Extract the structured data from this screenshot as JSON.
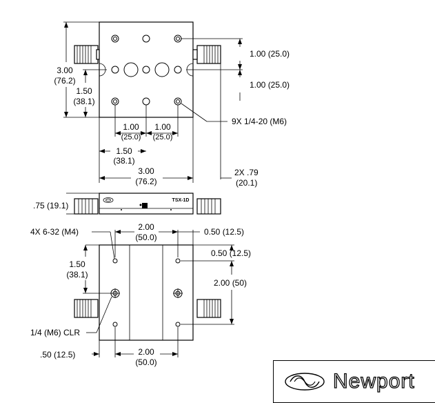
{
  "top_view": {
    "height_in": "3.00",
    "height_mm": "(76.2)",
    "half_height_in": "1.50",
    "half_height_mm": "(38.1)",
    "hole_pitch_upper": "1.00 (25.0)",
    "hole_pitch_lower": "1.00 (25.0)",
    "holes_callout": "9X 1/4-20 (M6)",
    "pitch_a_in": "1.00",
    "pitch_a_mm": "(25.0)",
    "pitch_b_in": "1.00",
    "pitch_b_mm": "(25.0)",
    "half_width_in": "1.50",
    "half_width_mm": "(38.1)",
    "width_in": "3.00",
    "width_mm": "(76.2)",
    "micrometer_in": "2X .79",
    "micrometer_mm": "(20.1)"
  },
  "side_view": {
    "height": ".75 (19.1)",
    "model": "TSX-1D"
  },
  "bottom_view": {
    "holes_callout": "4X 6-32 (M4)",
    "top_spacing_in": "2.00",
    "top_spacing_mm": "(50.0)",
    "top_offset": "0.50 (12.5)",
    "side_offset": "0.50 (12.5)",
    "vertical_in": "1.50",
    "vertical_mm": "(38.1)",
    "hole_spacing": "2.00 (50)",
    "clearance_callout": "1/4 (M6) CLR",
    "left_offset": ".50 (12.5)",
    "bottom_spacing_in": "2.00",
    "bottom_spacing_mm": "(50.0)"
  },
  "brand": {
    "name": "Newport",
    "logo_icon": "newport-swoosh-icon"
  }
}
